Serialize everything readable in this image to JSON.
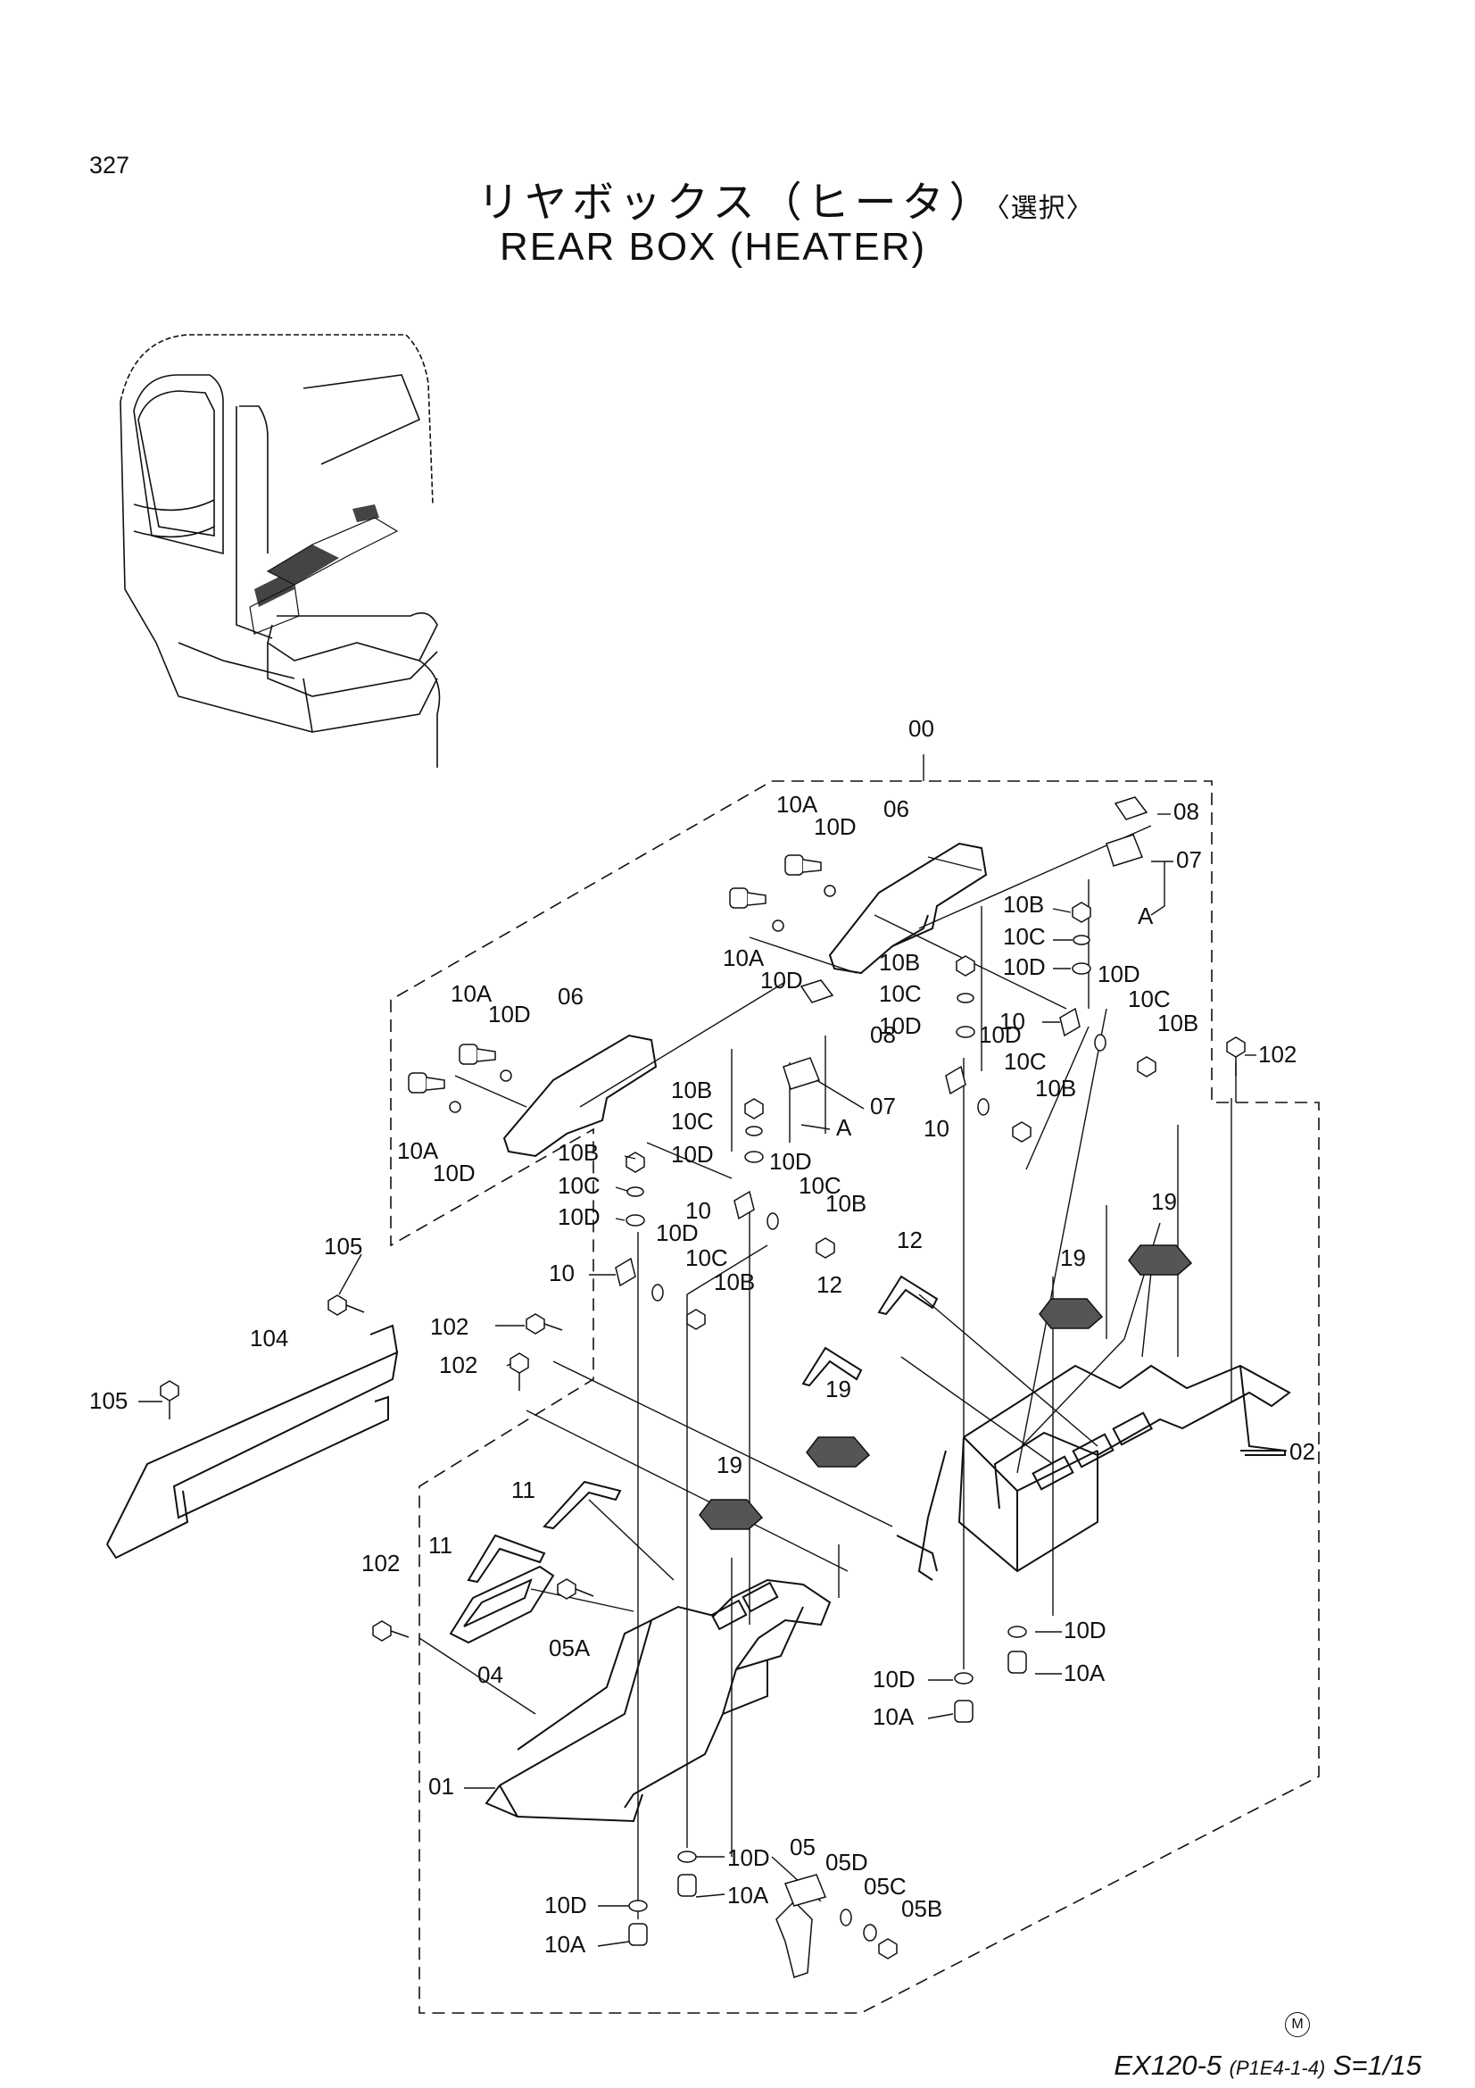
{
  "page": {
    "number": "327"
  },
  "title": {
    "jp": "リヤボックス（ヒータ）",
    "jp_suffix": "〈選択〉",
    "en": "REAR BOX (HEATER)"
  },
  "footer": {
    "model": "EX120-5",
    "code": "(P1E4-1-4)",
    "scale": "S=1/15",
    "mark": "M"
  },
  "callouts": {
    "assembly": "00",
    "c01": "01",
    "c02": "02",
    "c04": "04",
    "c05": "05",
    "c05A": "05A",
    "c05B": "05B",
    "c05C": "05C",
    "c05D": "05D",
    "c06": "06",
    "c07": "07",
    "c08": "08",
    "c10": "10",
    "c10A": "10A",
    "c10B": "10B",
    "c10C": "10C",
    "c10D": "10D",
    "c11": "11",
    "c12": "12",
    "c19": "19",
    "c102": "102",
    "c104": "104",
    "c105": "105",
    "ref_A": "A"
  },
  "colors": {
    "ink": "#111111",
    "paper": "#ffffff",
    "part_fill": "#555555"
  }
}
